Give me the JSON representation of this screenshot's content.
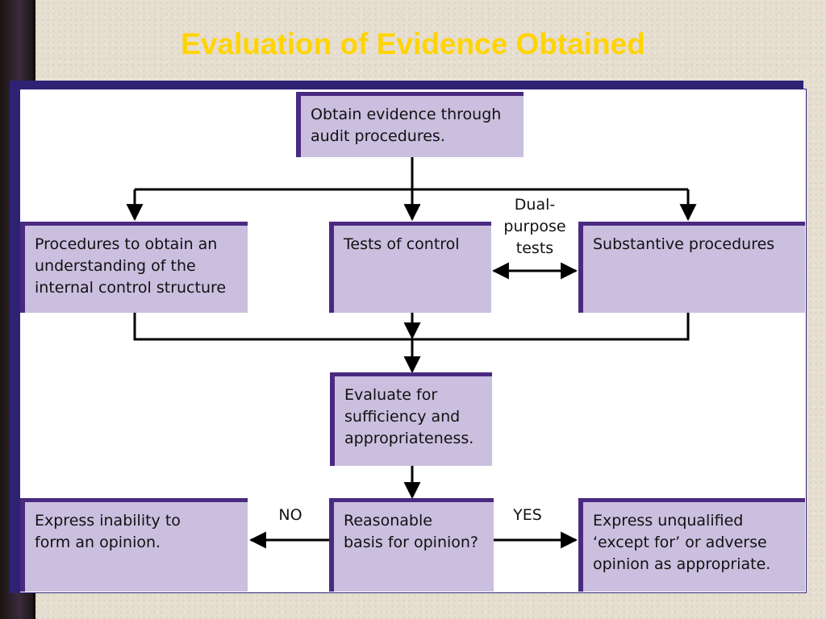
{
  "title": "Evaluation of Evidence Obtained",
  "boxes": {
    "obtain": "Obtain evidence through\naudit procedures.",
    "understanding": "Procedures to obtain an\nunderstanding of the\ninternal control structure",
    "tests": "Tests of control",
    "substantive": "Substantive procedures",
    "evaluate": "Evaluate for\nsufficiency and\nappropriateness.",
    "reasonable": "Reasonable\nbasis for opinion?",
    "inability": "Express inability to\nform an opinion.",
    "unqualified": "Express unqualified\n‘except for’ or adverse\nopinion as appropriate."
  },
  "labels": {
    "dual": "Dual-\npurpose\ntests",
    "no": "NO",
    "yes": "YES"
  },
  "colors": {
    "title": "#ffd400",
    "box_fill": "#cabfdf",
    "box_edge": "#4a2a80",
    "panel_frame": "#2e2275"
  }
}
